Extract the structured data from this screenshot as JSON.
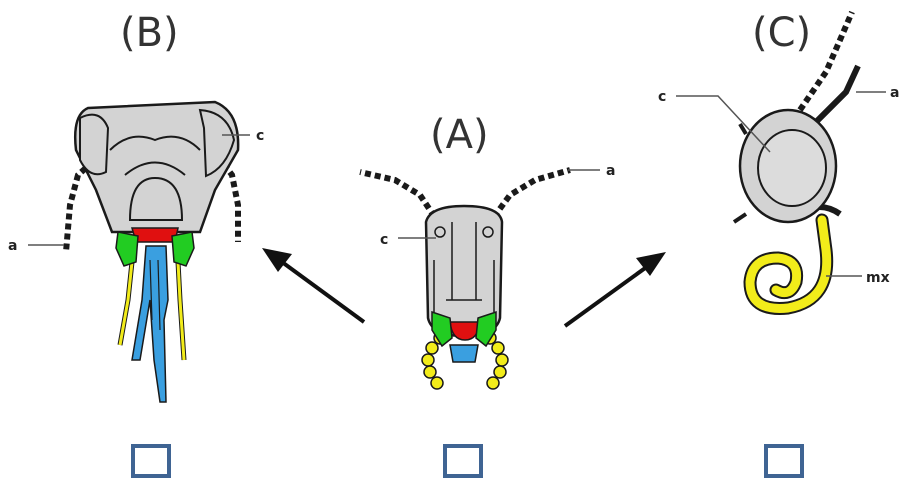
{
  "panels": {
    "b": {
      "title": "(B)",
      "labels": {
        "c": "c",
        "a": "a"
      }
    },
    "a": {
      "title": "(A)",
      "labels": {
        "a": "a",
        "c": "c"
      }
    },
    "c": {
      "title": "(C)",
      "labels": {
        "c": "c",
        "a": "a",
        "mx": "mx"
      }
    }
  },
  "colors": {
    "head": "#d3d3d3",
    "outline": "#1a1a1a",
    "mandible": "#22cc22",
    "labrum": "#e01010",
    "maxilla": "#f2ec1a",
    "proboscis": "#3a9fe0",
    "checkbox_border": "#3f6493"
  },
  "checkboxes": [
    {
      "id": "b",
      "checked": false
    },
    {
      "id": "a",
      "checked": false
    },
    {
      "id": "c",
      "checked": false
    }
  ]
}
